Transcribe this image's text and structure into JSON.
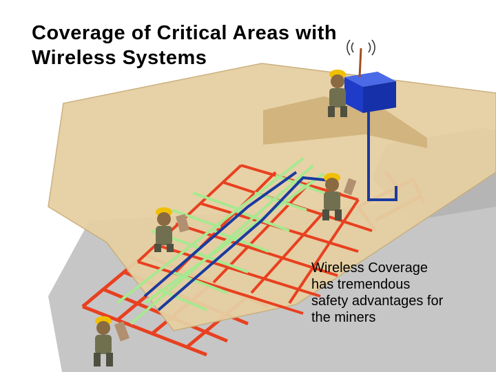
{
  "title": {
    "line1": "Coverage of Critical Areas with",
    "line2": "Wireless Systems"
  },
  "caption": {
    "line1": "Wireless Coverage",
    "line2": "has tremendous",
    "line3": "safety advantages for",
    "line4": "the miners"
  },
  "colors": {
    "coverage_zone": "#e6cfa2",
    "mine_floor": "#c4c4c4",
    "entry_walls": "#e84020",
    "grid_lines": "#a8e890",
    "backbone_cable": "#1a3aa0",
    "access_point": "#1e3cc8",
    "miner_helmet": "#f0c000"
  },
  "icons": {
    "antenna": "broadcast-antenna-icon",
    "access_point": "wireless-access-point-icon",
    "miner": "miner-with-radio-icon"
  }
}
